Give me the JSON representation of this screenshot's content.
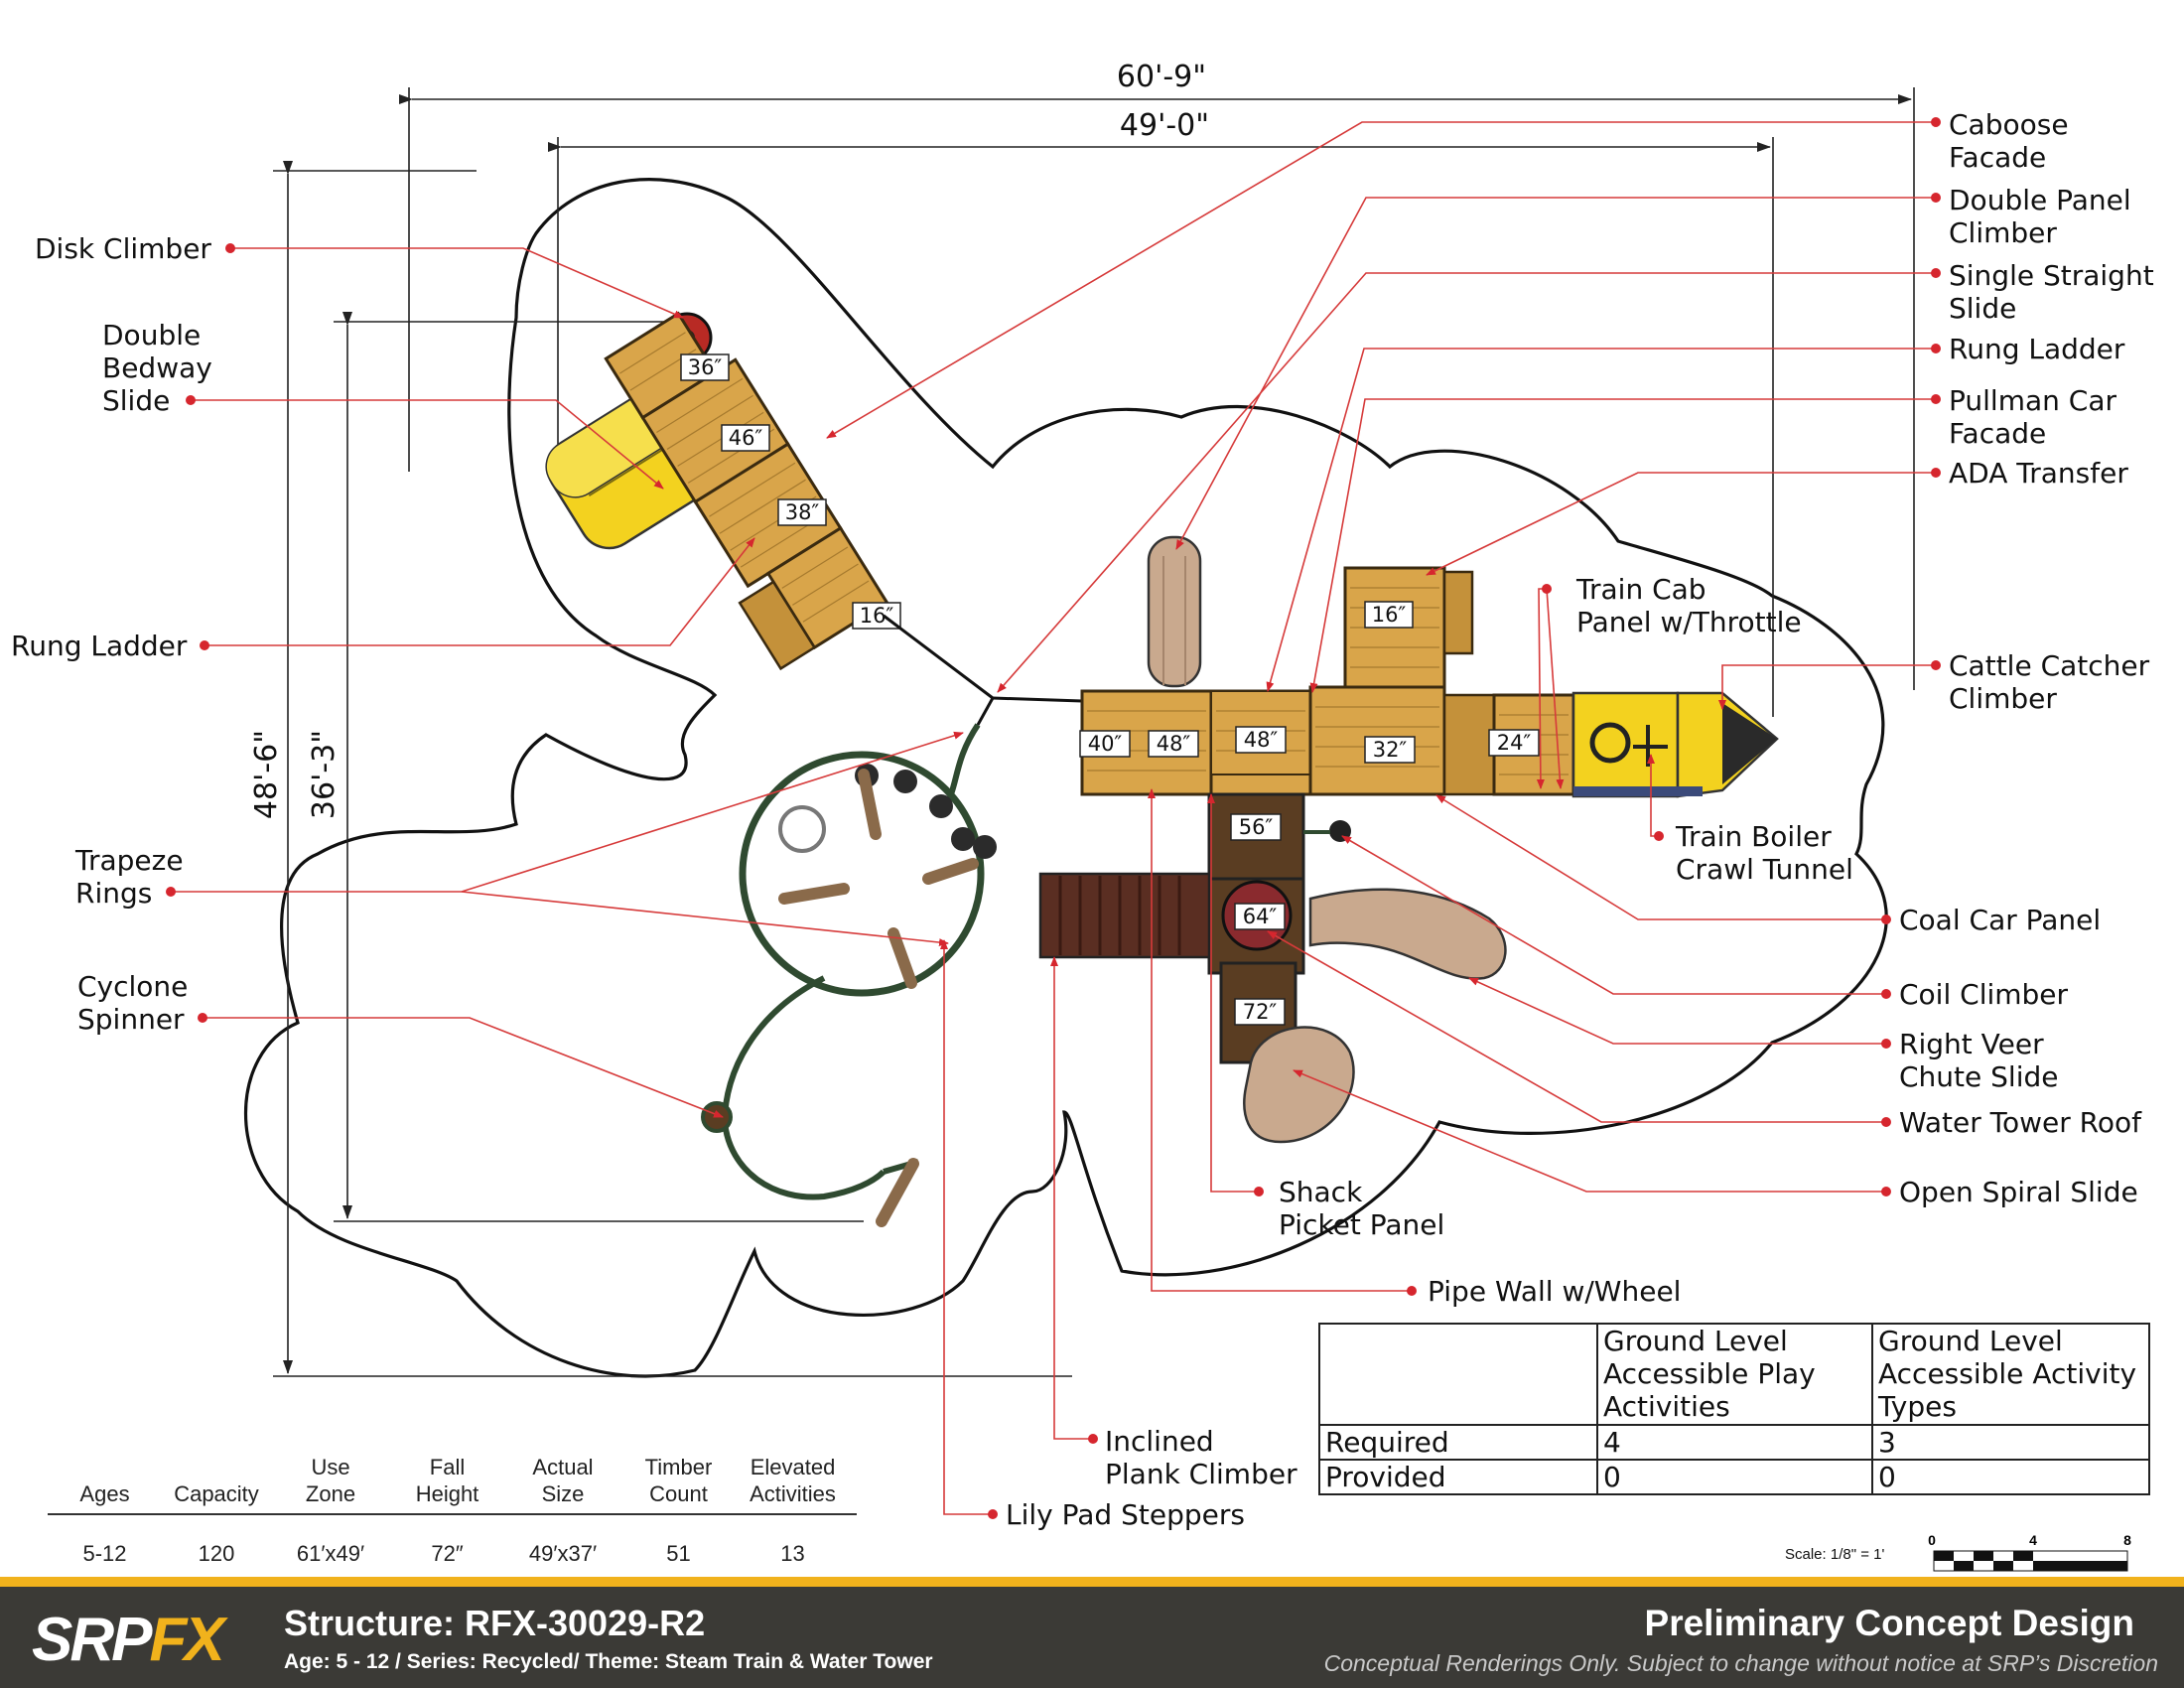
{
  "dimensions": {
    "overall_length": "60'-9\"",
    "structure_length": "49'-0\"",
    "overall_width": "48'-6\"",
    "structure_width": "36'-3\""
  },
  "labels": {
    "disk_climber": "Disk Climber",
    "double_bedway_slide": [
      "Double",
      "Bedway",
      "Slide"
    ],
    "rung_ladder_left": "Rung Ladder",
    "trapeze_rings": [
      "Trapeze",
      "Rings"
    ],
    "cyclone_spinner": [
      "Cyclone",
      "Spinner"
    ],
    "caboose_facade": [
      "Caboose",
      "Facade"
    ],
    "double_panel_climber": [
      "Double Panel",
      "Climber"
    ],
    "single_straight_slide": [
      "Single Straight",
      "Slide"
    ],
    "rung_ladder_right": "Rung Ladder",
    "pullman_car_facade": [
      "Pullman Car",
      "Facade"
    ],
    "ada_transfer": "ADA Transfer",
    "train_cab_panel": [
      "Train Cab",
      "Panel w/Throttle"
    ],
    "cattle_catcher_climber": [
      "Cattle Catcher",
      "Climber"
    ],
    "train_boiler_crawl_tunnel": [
      "Train Boiler",
      "Crawl Tunnel"
    ],
    "coal_car_panel": "Coal Car Panel",
    "coil_climber": "Coil Climber",
    "right_veer_chute_slide": [
      "Right Veer",
      "Chute Slide"
    ],
    "water_tower_roof": "Water Tower Roof",
    "open_spiral_slide": "Open Spiral Slide",
    "shack_picket_panel": [
      "Shack",
      "Picket Panel"
    ],
    "pipe_wall_wheel": "Pipe Wall w/Wheel",
    "inclined_plank_climber": [
      "Inclined",
      "Plank Climber"
    ],
    "lily_pad_steppers": "Lily Pad Steppers"
  },
  "deck_heights": {
    "a": "36″",
    "b": "46″",
    "c": "38″",
    "d": "16″",
    "e": "16″",
    "f": "40″",
    "g": "48″",
    "h": "48″",
    "i": "32″",
    "j": "24″",
    "k": "56″",
    "l": "64″",
    "m": "72″"
  },
  "ada_table": {
    "headers": [
      [
        "Ground Level",
        "Accessible Play",
        "Activities"
      ],
      [
        "Ground Level",
        "Accessible Activity",
        "Types"
      ]
    ],
    "rows": [
      {
        "label": "Required",
        "play": "4",
        "types": "3"
      },
      {
        "label": "Provided",
        "play": "0",
        "types": "0"
      }
    ]
  },
  "specs": {
    "headers": [
      [
        "Ages"
      ],
      [
        "Capacity"
      ],
      [
        "Use",
        "Zone"
      ],
      [
        "Fall",
        "Height"
      ],
      [
        "Actual",
        "Size"
      ],
      [
        "Timber",
        "Count"
      ],
      [
        "Elevated",
        "Activities"
      ]
    ],
    "values": [
      "5-12",
      "120",
      "61′x49′",
      "72″",
      "49′x37′",
      "51",
      "13"
    ]
  },
  "scale": {
    "label": "Scale: 1/8\" = 1'",
    "ticks": [
      "0",
      "4",
      "8"
    ]
  },
  "footer": {
    "logo_srp": "SRP",
    "logo_fx": "FX",
    "structure": "Structure: RFX-30029-R2",
    "subline": "Age: 5 - 12 / Series: Recycled/ Theme: Steam Train & Water Tower",
    "design_title": "Preliminary Concept Design",
    "disclaimer": "Conceptual Renderings Only. Subject to change without notice at SRP’s Discretion"
  },
  "colors": {
    "leader": "#d63a3a",
    "wood": "#d9a54a",
    "dark_wood": "#5a3d22",
    "slide_yellow": "#f3d21f",
    "slide_tan": "#c9a98e",
    "green_rail": "#2f4a30",
    "footer_bg": "#3b3a36",
    "accent": "#f1b21c",
    "boiler_blue": "#3b4a7a"
  }
}
